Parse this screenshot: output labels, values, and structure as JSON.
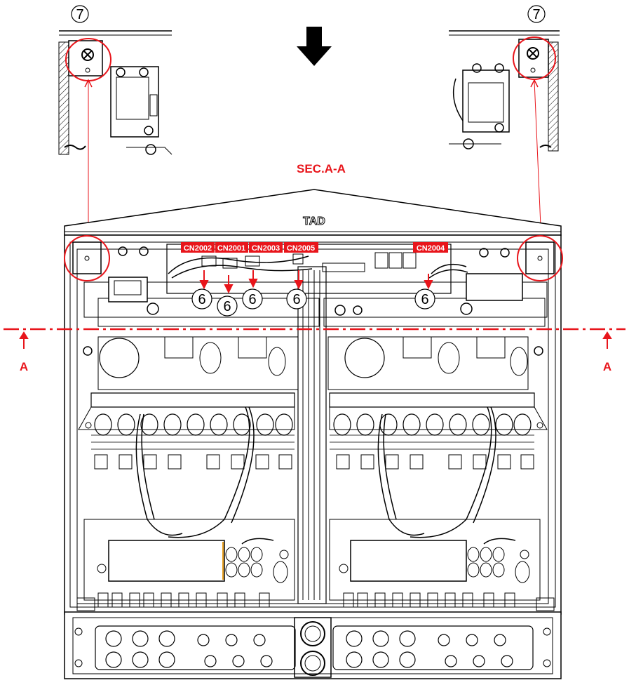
{
  "callouts": {
    "top_left_num": "7",
    "top_right_num": "7"
  },
  "section_label": "SEC.A-A",
  "section_mark_left": "A",
  "section_mark_right": "A",
  "logo_text": "TAD",
  "connectors": [
    "CN2002",
    "CN2001",
    "CN2003",
    "CN2005",
    "CN2004"
  ],
  "screw_numbers": [
    "6",
    "6",
    "6",
    "6",
    "6"
  ],
  "colors": {
    "accent": "#e8151b",
    "line": "#000000"
  }
}
